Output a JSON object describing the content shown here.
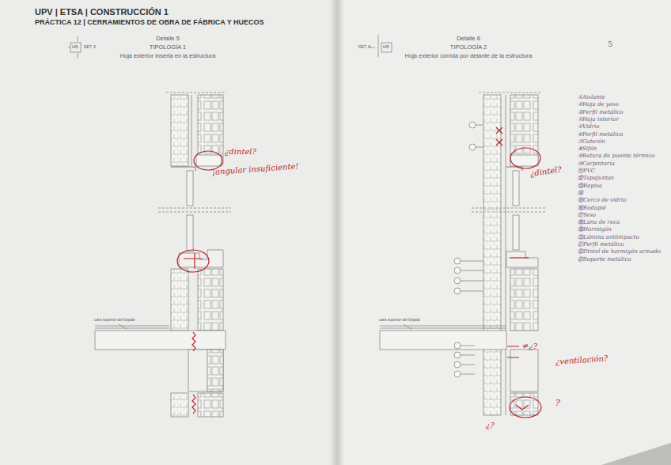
{
  "diagram": {
    "title": "UPV | ETSA | CONSTRUCCIÓN 1",
    "labels": [
      "PRÁCTICA 12 | CERRAMIENTOS DE OBRA DE FÁBRICA Y HUECOS",
      "Detalle 5",
      "TIPOLOGÍA 1",
      "Hoja exterior inserta en la estructura",
      "H5",
      "DET. 5",
      "¿dintel?",
      "¡angular insuficiente!",
      "cara superior del forjado",
      "Detalle 6",
      "TIPOLOGÍA 2",
      "Hoja exterior corrida por delante de la estructura",
      "DET. 6",
      "H5",
      "5",
      "¿dintel?",
      "①Aislante",
      "②Hoja de yeso",
      "③Perfil metálico",
      "④Hoja interior",
      "⑤Vidrio",
      "⑥Perfil metálico",
      "⑦Goterón",
      "⑧Sifón",
      "⑨Rotura de puente térmico",
      "⑩Carpintería",
      "⑪PVC",
      "⑫Tapajuntas",
      "⑬Repisa",
      "⑭",
      "⑮Cerco de vidrio",
      "⑯Rodapié",
      "⑰Yeso",
      "⑱Lana de roca",
      "⑲Hormigón",
      "⑳Lámina antiimpacto",
      "㉑Perfil metálico",
      "㉒Dintel de hormigón armado",
      "㉓Soporte metálico",
      "≠¿?",
      "¿ventilación?",
      "?",
      "¿?",
      "cara superior del forjado"
    ]
  }
}
